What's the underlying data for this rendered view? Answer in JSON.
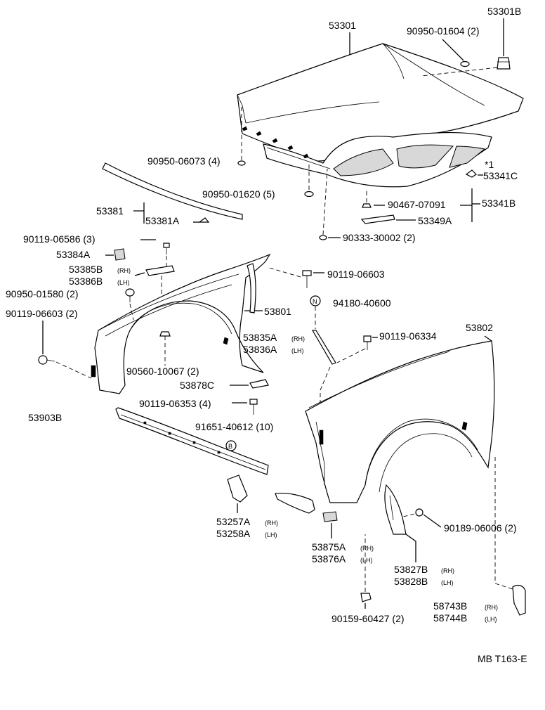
{
  "diagram_code": "MB T163-E",
  "callouts": {
    "hood": "53301",
    "hood_bumper": "53301B",
    "clip_90950_01604": "90950-01604 (2)",
    "clip_90950_06073": "90950-06073 (4)",
    "clip_90950_01620": "90950-01620 (5)",
    "seal_53381": "53381",
    "seal_53381a": "53381A",
    "star_mark": "*1",
    "lock_53341c": "53341C",
    "screw_90467_07091": "90467-07091",
    "lock_53341b": "53341B",
    "brace_53349a": "53349A",
    "bolt_90333": "90333-30002 (2)",
    "bolt_90119_06586": "90119-06586 (3)",
    "bracket_53384a": "53384A",
    "bracket_53385b": "53385B",
    "bracket_53386b": "53386B",
    "clip_90950_01580": "90950-01580 (2)",
    "bolt_90119_06603_left": "90119-06603 (2)",
    "bolt_90119_06603_top": "90119-06603",
    "nut_94180": "94180-40600",
    "fender_left": "53801",
    "seal_53835a": "53835A",
    "seal_53836a": "53836A",
    "bolt_90119_06334": "90119-06334",
    "fender_right": "53802",
    "nut_90560": "90560-10067 (2)",
    "bracket_53878c": "53878C",
    "bolt_90119_06353": "90119-06353 (4)",
    "support_53903b": "53903B",
    "clip_91651": "91651-40612 (10)",
    "cover_53257a": "53257A",
    "cover_53258a": "53258A",
    "seal_53875a": "53875A",
    "seal_53876a": "53876A",
    "screw_90189": "90189-06006 (2)",
    "flap_53827b": "53827B",
    "flap_53828b": "53828B",
    "screw_90159": "90159-60427 (2)",
    "mold_58743b": "58743B",
    "mold_58744b": "58744B"
  },
  "side_marks": {
    "rh": "(RH)",
    "lh": "(LH)",
    "rh_spaced": "(RH)",
    "lh_spaced": "(LH)"
  },
  "symbols": {
    "n_mark": "N",
    "b_mark": "B"
  }
}
